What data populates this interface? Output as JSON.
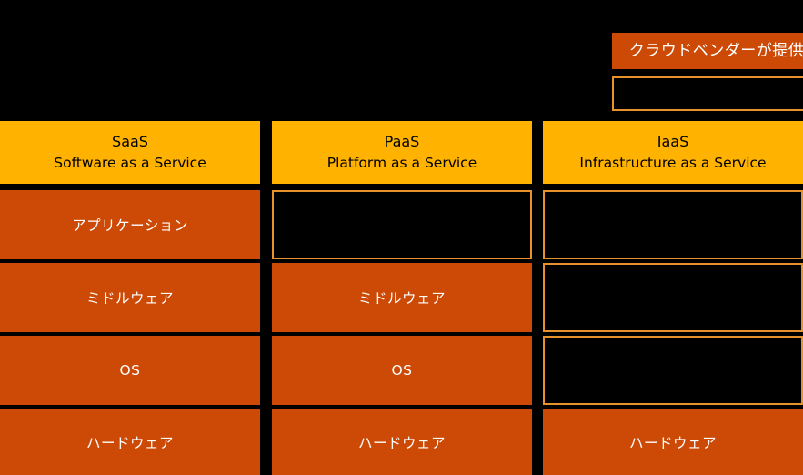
{
  "legend": {
    "provided_by_label": "クラウドベンダーが提供",
    "second_box_label": ""
  },
  "columns": [
    {
      "abbr": "SaaS",
      "full": "Software as a Service",
      "cells": [
        {
          "label": "アプリケーション",
          "state": "filled"
        },
        {
          "label": "ミドルウェア",
          "state": "filled"
        },
        {
          "label": "OS",
          "state": "filled"
        },
        {
          "label": "ハードウェア",
          "state": "filled"
        }
      ]
    },
    {
      "abbr": "PaaS",
      "full": "Platform as a Service",
      "cells": [
        {
          "label": "",
          "state": "empty"
        },
        {
          "label": "ミドルウェア",
          "state": "filled"
        },
        {
          "label": "OS",
          "state": "filled"
        },
        {
          "label": "ハードウェア",
          "state": "filled"
        }
      ]
    },
    {
      "abbr": "IaaS",
      "full": "Infrastructure as a Service",
      "cells": [
        {
          "label": "",
          "state": "empty"
        },
        {
          "label": "",
          "state": "empty"
        },
        {
          "label": "",
          "state": "empty"
        },
        {
          "label": "ハードウェア",
          "state": "filled"
        }
      ]
    }
  ],
  "colors": {
    "background": "#000000",
    "header_amber": "#FFB300",
    "cell_orange": "#CC4A05",
    "empty_border": "#E8922E",
    "cell_text": "#FFFFFF",
    "header_text": "#000000"
  }
}
